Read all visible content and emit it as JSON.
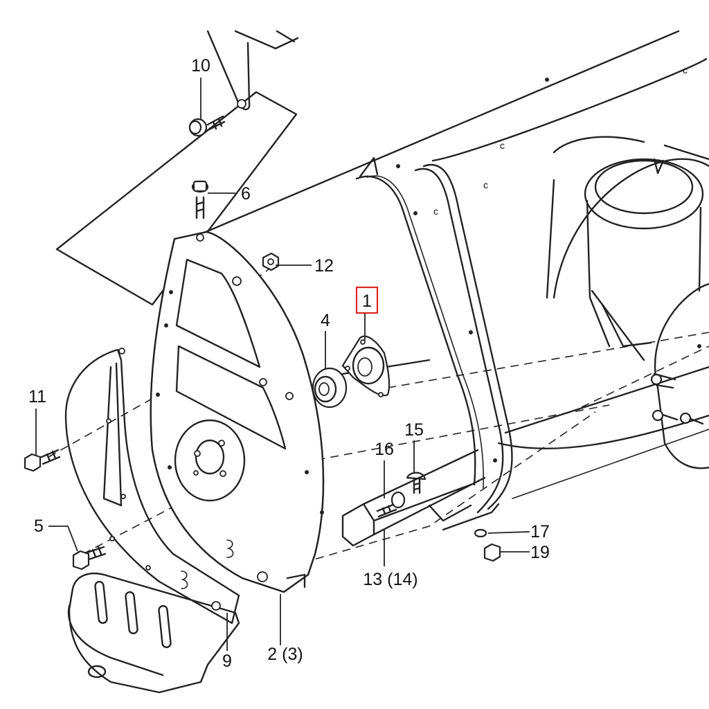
{
  "callouts": {
    "c1": "1",
    "c2": "2 (3)",
    "c4": "4",
    "c5": "5",
    "c6": "6",
    "c9": "9",
    "c10": "10",
    "c11": "11",
    "c12": "12",
    "c13": "13 (14)",
    "c15": "15",
    "c16": "16",
    "c17": "17",
    "c19": "19"
  },
  "highlight": {
    "callout": "1",
    "color": "#d9281f"
  },
  "hole_marks": [
    "c",
    "c",
    "c",
    "c"
  ],
  "icons": [
    "hex-bolt-icon",
    "flange-bolt-icon",
    "hex-nut-icon",
    "carriage-bolt-icon",
    "lock-washer-icon",
    "bearing-icon",
    "bearing-flange-icon"
  ]
}
